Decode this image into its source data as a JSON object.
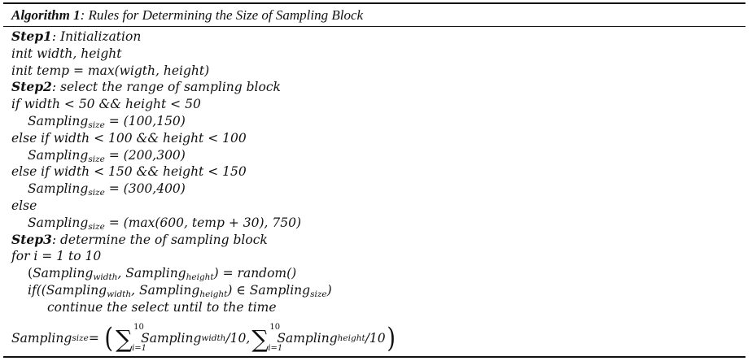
{
  "caption": {
    "label": "Algorithm 1",
    "text": ": Rules for Determining the Size of Sampling Block"
  },
  "lines": {
    "l1_label": "Step1",
    "l1_text": ": Initialization",
    "l2": "init width, height",
    "l3": "init temp = max(wigth, height)",
    "l4_label": "Step2",
    "l4_text": ": select the range of sampling block",
    "l5": "if width < 50 && height < 50",
    "l6_base": "Sampling",
    "l6_sub": "size",
    "l6_rest": " = (100,150)",
    "l7": "else if width < 100 && height < 100",
    "l8_base": "Sampling",
    "l8_sub": "size",
    "l8_rest": " = (200,300)",
    "l9": "else if width < 150 && height < 150",
    "l10_base": "Sampling",
    "l10_sub": "size",
    "l10_rest": " = (300,400)",
    "l11": "else",
    "l12_base": "Sampling",
    "l12_sub": "size",
    "l12_rest": " = (max(600, temp + 30), 750)",
    "l13_label": "Step3",
    "l13_text": ": determine the of sampling block",
    "l14": "for i = 1 to 10",
    "l15_open": "(",
    "l15_b1": "Sampling",
    "l15_s1": "width",
    "l15_comma": ", ",
    "l15_b2": "Sampling",
    "l15_s2": "height",
    "l15_rest": ") = random()",
    "l16_pre": "if((",
    "l16_b1": "Sampling",
    "l16_s1": "width",
    "l16_comma": ", ",
    "l16_b2": "Sampling",
    "l16_s2": "height",
    "l16_mid": ") ∈ ",
    "l16_b3": "Sampling",
    "l16_s3": "size",
    "l16_end": ")",
    "l17": "continue the select until to the time"
  },
  "sum_line": {
    "lhs_base": "Sampling",
    "lhs_sub": "size",
    "eq": " = ",
    "open": "(",
    "close": ")",
    "sigma": "∑",
    "upper": "10",
    "lower": "i=1",
    "t1_base": "Sampling",
    "t1_sub": "width",
    "t1_rest": "/10",
    "sep": " , ",
    "t2_base": "Sampling",
    "t2_sub": "height",
    "t2_rest": "/10"
  }
}
